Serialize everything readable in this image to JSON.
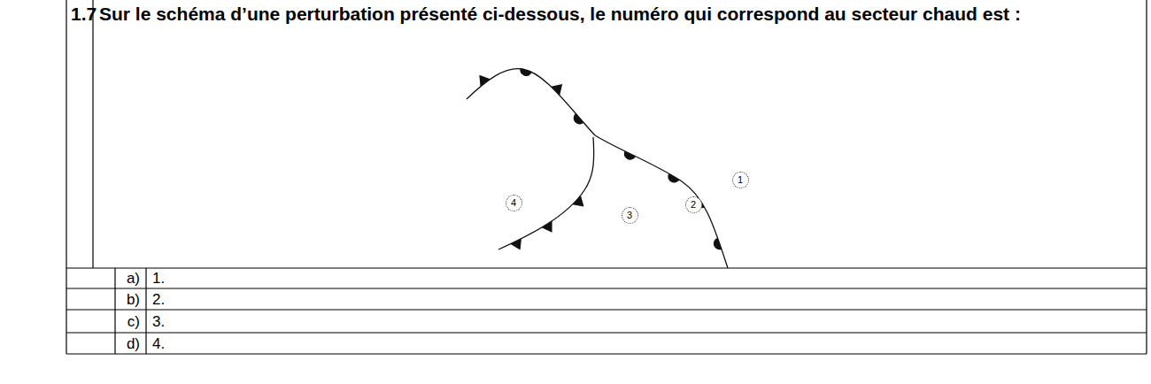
{
  "diagram": {
    "nodes": [
      {
        "text": [
          "1"
        ]
      },
      {
        "text": [
          "4"
        ]
      },
      {
        "text": [
          "2"
        ]
      },
      {
        "text": [
          "3"
        ]
      }
    ],
    "labels": [
      "1.7",
      "Sur le schéma d’une perturbation présenté ci-dessous, le numéro qui correspond au secteur chaud est :",
      "a)",
      "1.",
      "b)",
      "2.",
      "c)",
      "3.",
      "d)",
      "4."
    ]
  }
}
